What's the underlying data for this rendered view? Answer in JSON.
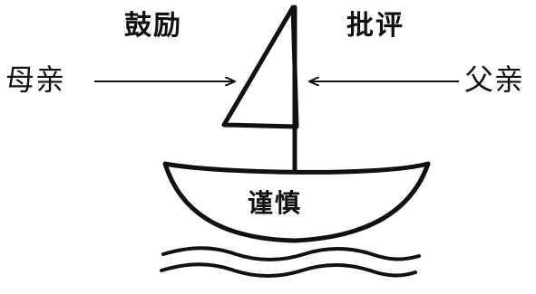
{
  "labels": {
    "encourage": "鼓励",
    "criticize": "批评",
    "mother": "母亲",
    "father": "父亲",
    "boat": "谨慎"
  },
  "colors": {
    "ink": "#111111",
    "background": "#ffffff"
  }
}
